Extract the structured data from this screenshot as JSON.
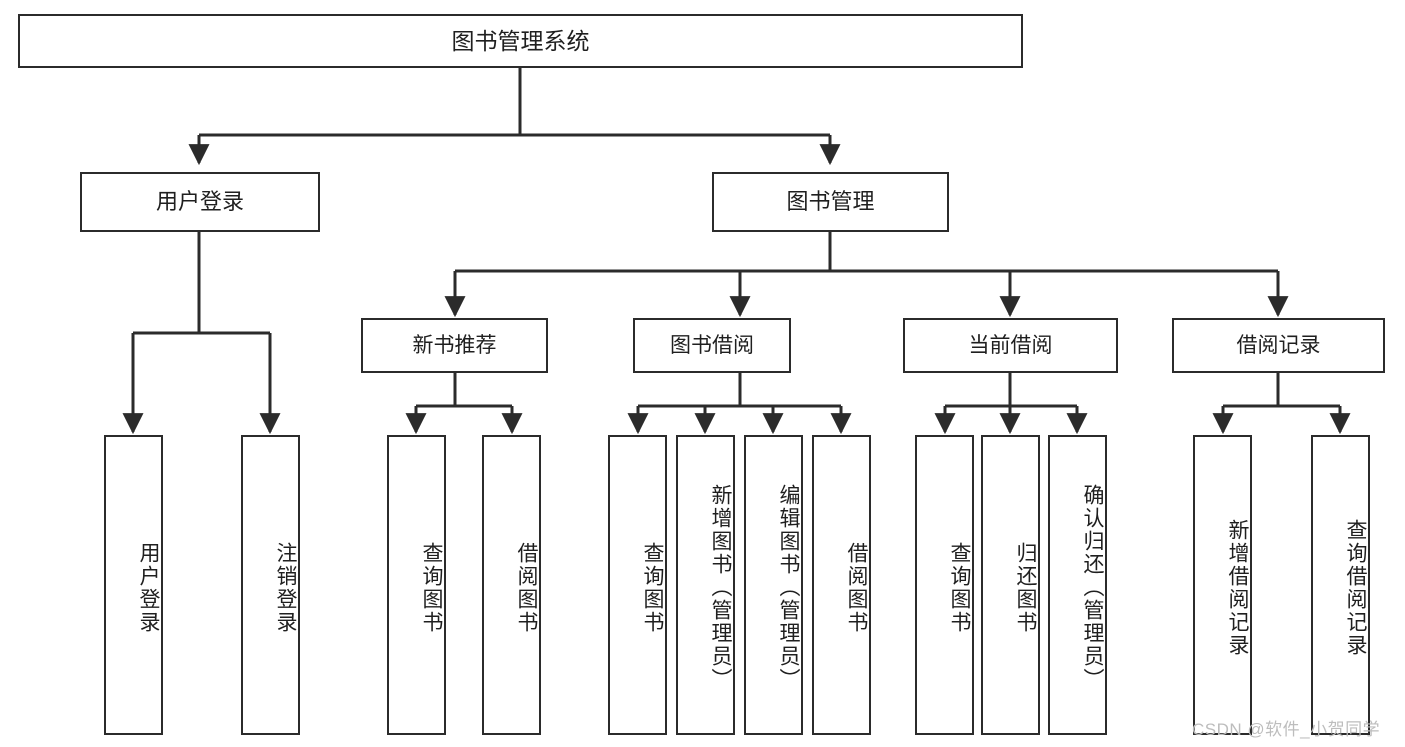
{
  "diagram": {
    "title": "图书管理系统",
    "type": "tree-structure-chart",
    "colors": {
      "node_border": "#2b2b2b",
      "node_fill": "#ffffff",
      "edge": "#2b2b2b",
      "text": "#1f1f1f",
      "watermark": "#bdbdbd",
      "background": "#ffffff"
    },
    "root": {
      "label": "图书管理系统"
    },
    "level1": [
      {
        "label": "用户登录"
      },
      {
        "label": "图书管理"
      }
    ],
    "level2": [
      {
        "label": "新书推荐"
      },
      {
        "label": "图书借阅"
      },
      {
        "label": "当前借阅"
      },
      {
        "label": "借阅记录"
      }
    ],
    "leaves": {
      "user_login": [
        {
          "label": "用户登录"
        },
        {
          "label": "注销登录"
        }
      ],
      "new_book_recommend": [
        {
          "label": "查询图书"
        },
        {
          "label": "借阅图书"
        }
      ],
      "book_borrow": [
        {
          "label": "查询图书"
        },
        {
          "label": "新增图书（管理员）"
        },
        {
          "label": "编辑图书（管理员）"
        },
        {
          "label": "借阅图书"
        }
      ],
      "current_borrow": [
        {
          "label": "查询图书"
        },
        {
          "label": "归还图书"
        },
        {
          "label": "确认归还（管理员）"
        }
      ],
      "borrow_record": [
        {
          "label": "新增借阅记录"
        },
        {
          "label": "查询借阅记录"
        }
      ]
    }
  },
  "watermark": {
    "text": "CSDN @软件_小贺同学"
  }
}
